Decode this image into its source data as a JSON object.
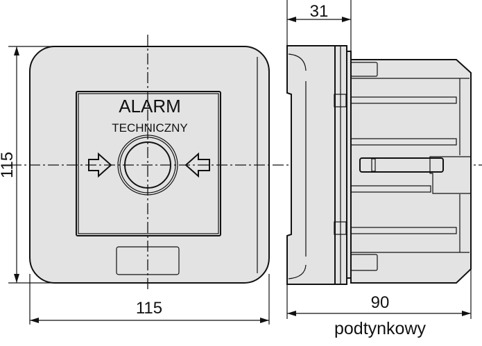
{
  "front_view": {
    "label_main": "ALARM",
    "label_sub": "TECHNICZNY",
    "dim_height": "115",
    "dim_width": "115"
  },
  "side_view": {
    "dim_front_depth": "31",
    "dim_total_depth": "90",
    "mount_type": "podtynkowy"
  },
  "colors": {
    "body_fill": "#e3e3e3",
    "line": "#111111"
  }
}
